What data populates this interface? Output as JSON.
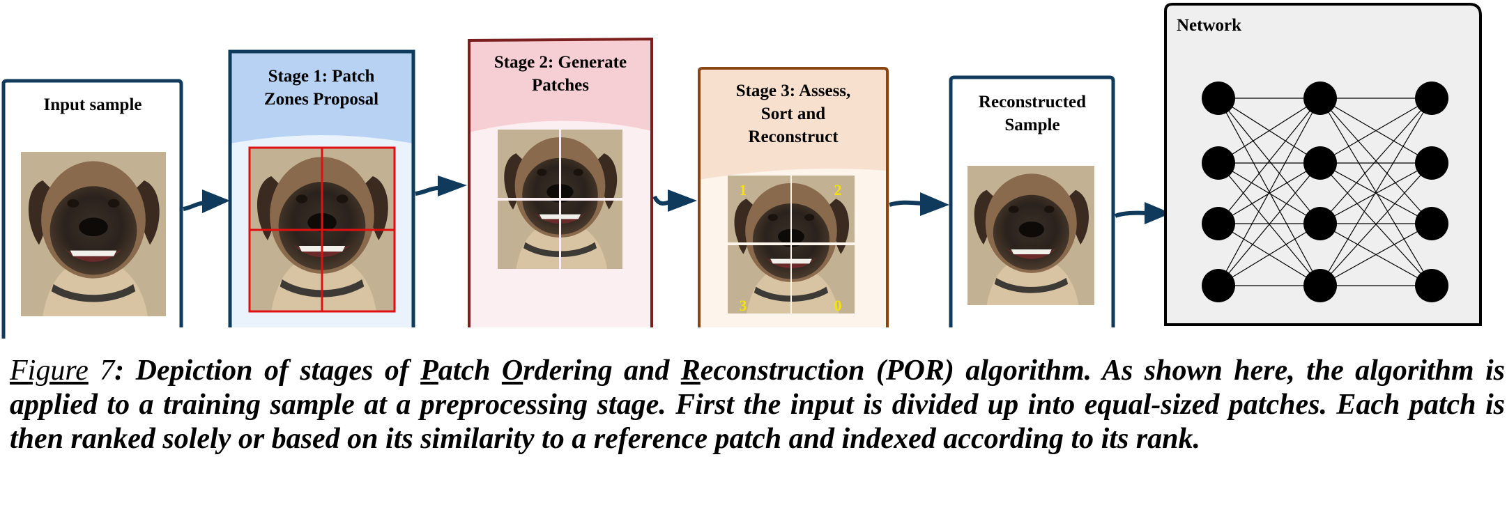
{
  "boxes": {
    "input": {
      "title": "Input sample"
    },
    "stage1": {
      "line1": "Stage 1: Patch",
      "line2": "Zones Proposal"
    },
    "stage2": {
      "line1": "Stage 2: Generate",
      "line2": "Patches"
    },
    "stage3": {
      "line1": "Stage 3: Assess,",
      "line2": "Sort and",
      "line3": "Reconstruct"
    },
    "reconstructed": {
      "line1": "Reconstructed",
      "line2": "Sample"
    },
    "network": {
      "title": "Network"
    }
  },
  "patch_indices": [
    "1",
    "2",
    "3",
    "0"
  ],
  "network_layers": [
    4,
    4,
    4
  ],
  "caption": {
    "figure_word": "Figure",
    "figure_num": " 7",
    "part1": ": Depiction of stages of ",
    "p_letter": "P",
    "p_rest": "atch ",
    "o_letter": "O",
    "o_rest": "rdering and ",
    "r_letter": "R",
    "r_rest": "econstruction (POR) algorithm. As shown here, the algorithm is applied to a training sample at a preprocessing stage. First the input is divided up into equal-sized patches. Each patch is then ranked solely or based on its similarity to a reference patch and indexed according to its rank."
  },
  "colors": {
    "frame_navy": "#0f3a5c",
    "stage1_header": "#b7d2f2",
    "stage1_body": "#eaf2fc",
    "stage2_header": "#f5cfd3",
    "stage2_body": "#fbeff1",
    "stage2_frame": "#7a1e1e",
    "stage3_header": "#f8e0cf",
    "stage3_body": "#fdf4ec",
    "stage3_frame": "#8a4514",
    "network_bg": "#efefef",
    "grid_red": "#e01010",
    "index_yellow": "#f5e400"
  }
}
